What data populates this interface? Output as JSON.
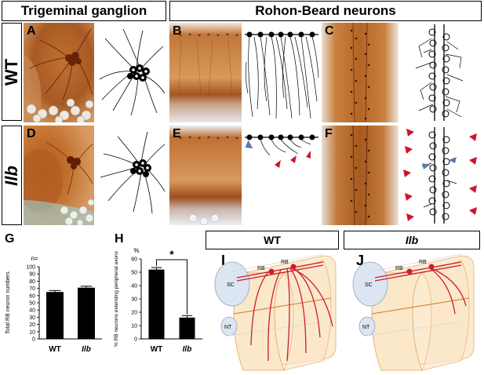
{
  "headers": {
    "trigeminal": "Trigeminal ganglion",
    "rohon_beard": "Rohon-Beard neurons"
  },
  "rows": {
    "wt": "WT",
    "ilb": "Ilb"
  },
  "panel_labels": {
    "A": "A",
    "B": "B",
    "C": "C",
    "D": "D",
    "E": "E",
    "F": "F",
    "G": "G",
    "H": "H",
    "I": "I",
    "J": "J"
  },
  "schematic": {
    "wt_title": "WT",
    "ilb_title": "Ilb",
    "rb": "RB",
    "sc": "SC",
    "nt": "NT"
  },
  "chart_data": [
    {
      "type": "bar",
      "panel": "G",
      "categories": [
        "WT",
        "Ilb"
      ],
      "values": [
        65,
        71
      ],
      "errors": [
        2,
        2
      ],
      "ylabel": "Total RB neuron numbers",
      "top_label": "n=",
      "ylim": [
        0,
        100
      ],
      "yticks": [
        0,
        10,
        20,
        30,
        40,
        50,
        60,
        70,
        80,
        90,
        100
      ],
      "colors": [
        "#000000"
      ]
    },
    {
      "type": "bar",
      "panel": "H",
      "categories": [
        "WT",
        "Ilb"
      ],
      "values": [
        52,
        16
      ],
      "errors": [
        1.5,
        1.5
      ],
      "ylabel": "% RB neurons extending peripheral axons",
      "top_label": "%",
      "ylim": [
        0,
        60
      ],
      "yticks": [
        0,
        10,
        20,
        30,
        40,
        50,
        60
      ],
      "significance": "*",
      "colors": [
        "#000000"
      ]
    }
  ],
  "colors": {
    "tissue": "#b8621f",
    "tissue_dark": "#7a3310",
    "axon_red": "#cc1a2e",
    "arrow_red": "#d0142c",
    "arrow_blue": "#5a79b3",
    "cord_fill": "#dce6f2",
    "segment_fill": "#fbe8c8"
  }
}
